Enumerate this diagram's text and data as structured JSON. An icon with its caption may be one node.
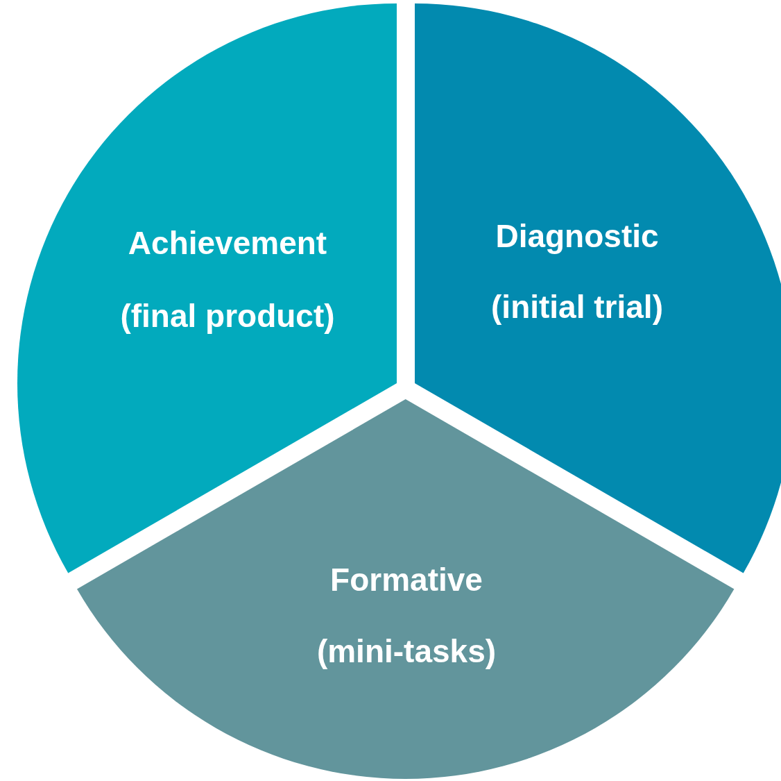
{
  "diagram": {
    "nodes": [
      {
        "text": [
          "Achievement",
          "(final product)"
        ]
      },
      {
        "text": [
          "Diagnostic",
          "(initial trial)"
        ]
      },
      {
        "text": [
          "Formative",
          "(mini-tasks)"
        ]
      }
    ]
  }
}
